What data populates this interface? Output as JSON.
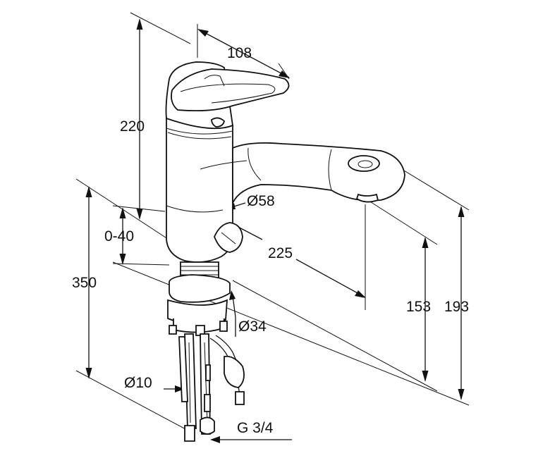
{
  "dimensions": {
    "spout_reach": "225",
    "handle_length": "108",
    "total_height": "220",
    "base_diameter": "Ø58",
    "adjust_range": "0-40",
    "shank_length": "350",
    "hole_diameter": "Ø34",
    "hose_diameter": "Ø10",
    "connection_thread": "G 3/4",
    "spout_height": "153",
    "spout_top_height": "193"
  }
}
